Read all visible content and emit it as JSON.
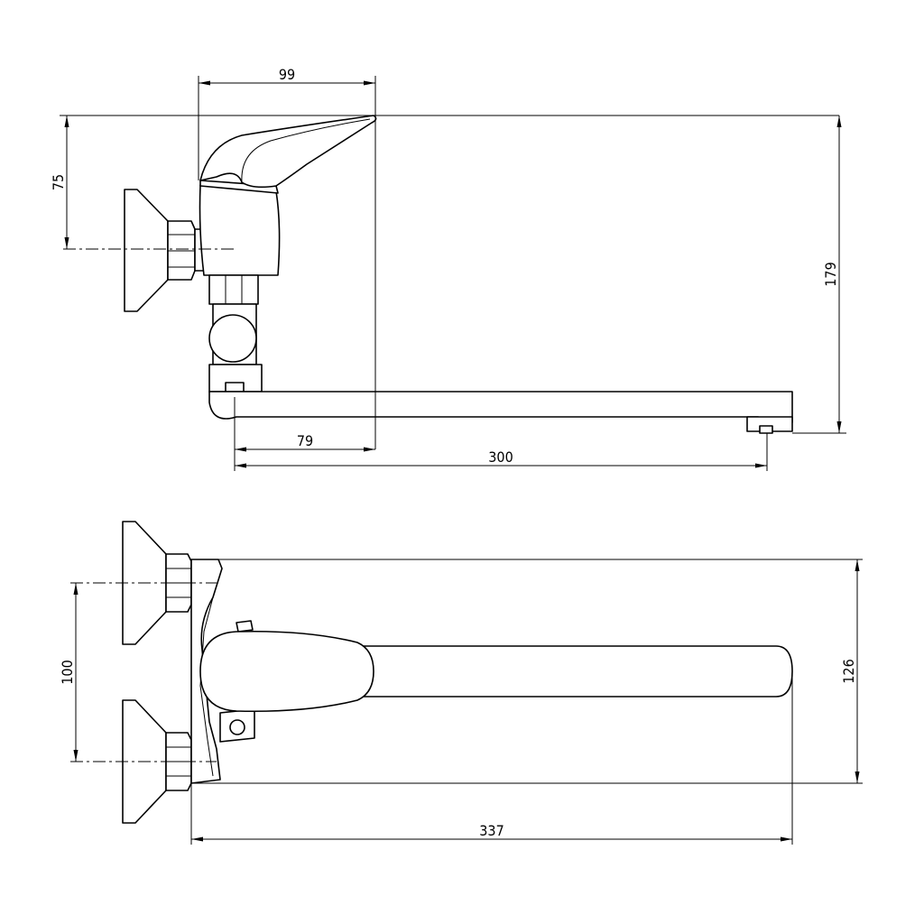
{
  "dimensions": {
    "handle_width": "99",
    "outlet_height": "75",
    "total_height": "179",
    "spout_offset": "79",
    "spout_length": "300",
    "connection_spacing": "100",
    "total_width": "126",
    "total_length": "337"
  },
  "colors": {
    "line": "#000000",
    "background": "#ffffff"
  }
}
